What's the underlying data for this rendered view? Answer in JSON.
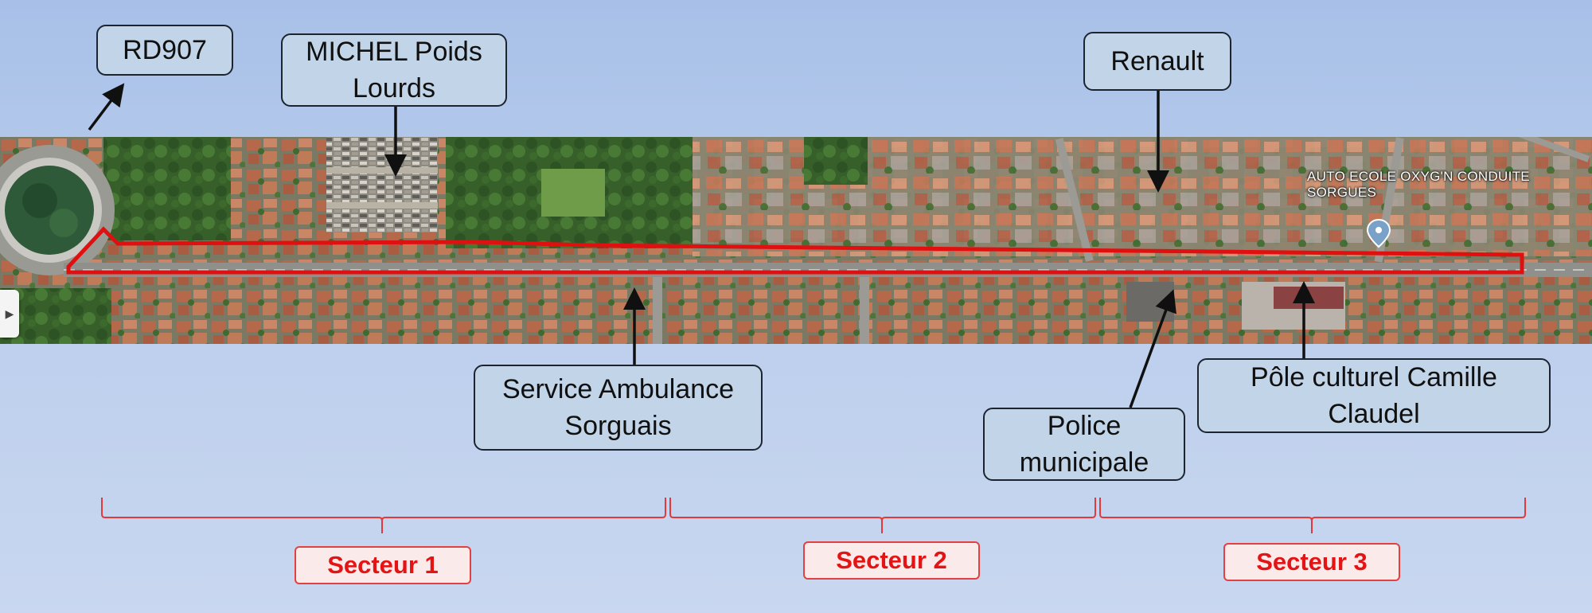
{
  "map": {
    "colors": {
      "route_outline": "#e01010",
      "label_bg": "#c2d4e8",
      "label_border": "#1c2430",
      "sector_text": "#e41414",
      "sector_border": "#e34141",
      "road": "#8f8f8c",
      "roof": "#b8694a",
      "vegetation": "#3d6b2f"
    },
    "poi_overlay": {
      "text": "AUTO ECOLE OXYG'N\nCONDUITE SORGUES",
      "icon": "location-pin-icon"
    },
    "side_tab_icon": "chevron-right-icon"
  },
  "callouts": {
    "rd907": "RD907",
    "michel": "MICHEL Poids\nLourds",
    "renault": "Renault",
    "ambulance": "Service Ambulance\nSorguais",
    "police": "Police\nmunicipale",
    "pole": "Pôle culturel Camille\nClaudel"
  },
  "sectors": {
    "s1": "Secteur 1",
    "s2": "Secteur 2",
    "s3": "Secteur 3"
  }
}
